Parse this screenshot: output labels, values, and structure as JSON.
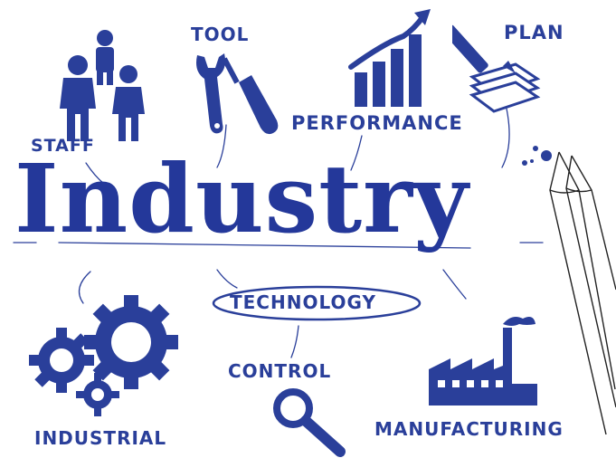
{
  "title": "Industry",
  "labels": {
    "tool": "TOOL",
    "plan": "PLAN",
    "staff": "STAFF",
    "performance": "PERFORMANCE",
    "technology": "TECHNOLOGY",
    "control": "CONTROL",
    "industrial": "INDUSTRIAL",
    "manufacturing": "MANUFACTURING"
  },
  "colors": {
    "ink": "#2a3f9a",
    "ink_dark": "#1d2f86",
    "pencil": "#222222",
    "background": "#ffffff"
  },
  "icons": [
    "staff-people-icon",
    "wrench-screwdriver-icon",
    "performance-bar-chart-icon",
    "plan-pen-paper-icon",
    "gears-icon",
    "magnifier-icon",
    "factory-icon",
    "pencils-icon"
  ]
}
